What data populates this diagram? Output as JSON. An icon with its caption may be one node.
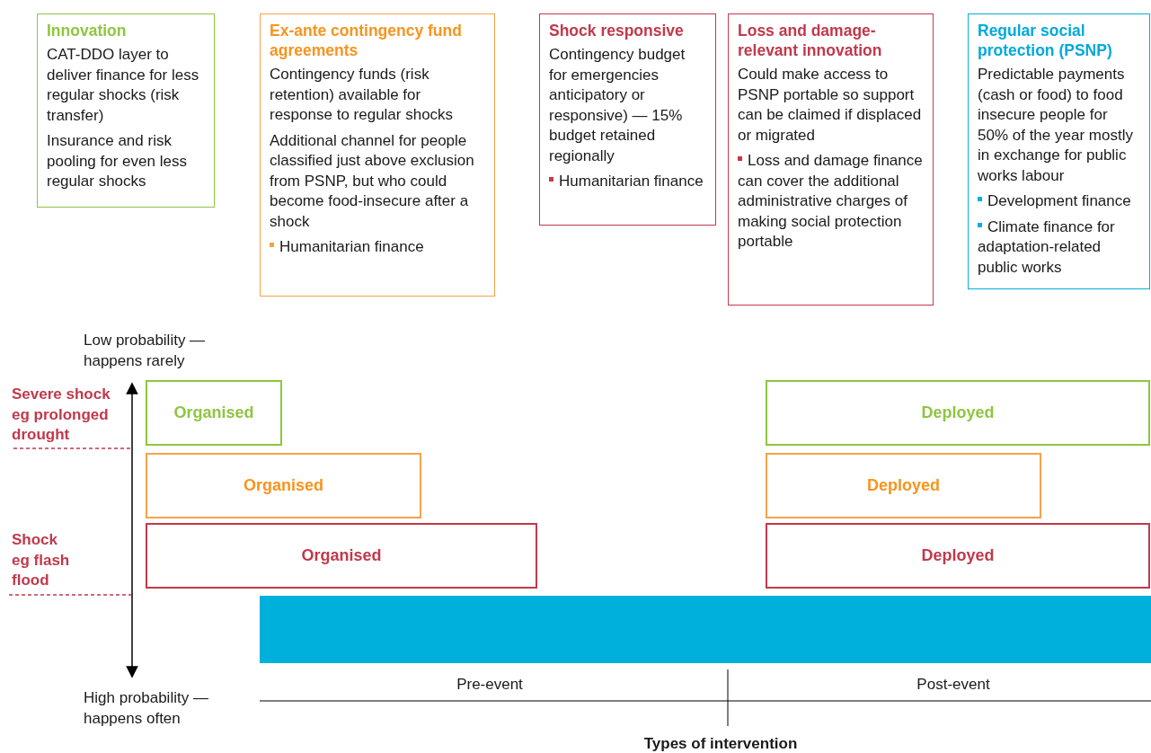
{
  "diagram": {
    "nodes": [
      {
        "text": [
          "Innovation",
          "CAT-DDO layer to deliver finance for less regular shocks (risk transfer)",
          "Insurance and risk pooling for even less regular shocks"
        ]
      },
      {
        "text": [
          "Ex-ante contingency fund agreements",
          "Contingency funds (risk retention) available for response to regular shocks",
          "Additional channel for people classified just above exclusion from PSNP, but who could become food-insecure after a shock",
          "Humanitarian finance"
        ]
      },
      {
        "text": [
          "Shock responsive",
          "Contingency budget for emergencies anticipatory or responsive) — 15% budget retained regionally",
          "Humanitarian finance"
        ]
      },
      {
        "text": [
          "Loss and damage-relevant innovation",
          "Could make access to PSNP portable so support can be claimed if displaced or migrated",
          "Loss and damage finance can cover the additional administrative charges of making social protection portable"
        ]
      },
      {
        "text": [
          "Regular social protection (PSNP)",
          "Predictable payments (cash or food) to food insecure people for 50% of the year mostly in exchange for public works labour",
          "Development finance",
          "Climate finance for adaptation-related public works"
        ]
      },
      {
        "text": [
          "Organised"
        ]
      },
      {
        "text": [
          "Organised"
        ]
      },
      {
        "text": [
          "Organised"
        ]
      },
      {
        "text": [
          "Deployed"
        ]
      },
      {
        "text": [
          "Deployed"
        ]
      },
      {
        "text": [
          "Deployed"
        ]
      },
      {
        "text": [],
        "shape": "bar"
      }
    ],
    "edges": [],
    "labels": [
      "Low probability — happens rarely",
      "Severe shock eg prolonged drought",
      "Shock eg flash flood",
      "High probability — happens often",
      "Pre-event",
      "Post-event",
      "Types of intervention"
    ]
  }
}
